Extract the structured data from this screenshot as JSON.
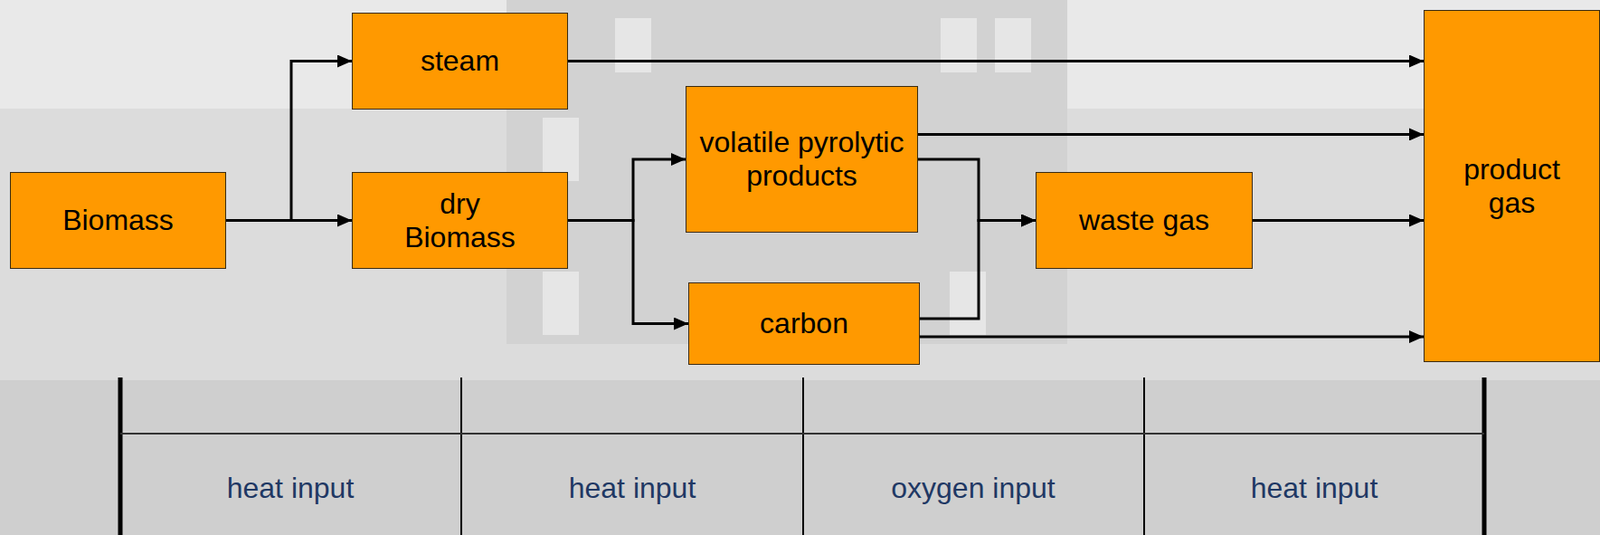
{
  "diagram": {
    "nodes": [
      {
        "text": [
          "Biomass"
        ]
      },
      {
        "text": [
          "steam"
        ]
      },
      {
        "text": [
          "dry Biomass"
        ]
      },
      {
        "text": [
          "volatile pyrolytic products"
        ]
      },
      {
        "text": [
          "carbon"
        ]
      },
      {
        "text": [
          "waste gas"
        ]
      },
      {
        "text": [
          "product gas"
        ]
      }
    ],
    "edges": [
      {
        "from": 0,
        "to": 1,
        "arrow": "to"
      },
      {
        "from": 0,
        "to": 2,
        "arrow": "to"
      },
      {
        "from": 1,
        "to": 6,
        "arrow": "to"
      },
      {
        "from": 2,
        "to": 3,
        "arrow": "to"
      },
      {
        "from": 2,
        "to": 4,
        "arrow": "to"
      },
      {
        "from": 3,
        "to": 6,
        "arrow": "to"
      },
      {
        "from": 3,
        "to": 5,
        "arrow": "to"
      },
      {
        "from": 4,
        "to": 5,
        "arrow": "to"
      },
      {
        "from": 5,
        "to": 6,
        "arrow": "to"
      },
      {
        "from": 4,
        "to": 6,
        "arrow": "to"
      }
    ],
    "labels": [
      "heat input",
      "heat input",
      "oxygen input",
      "heat input"
    ]
  }
}
